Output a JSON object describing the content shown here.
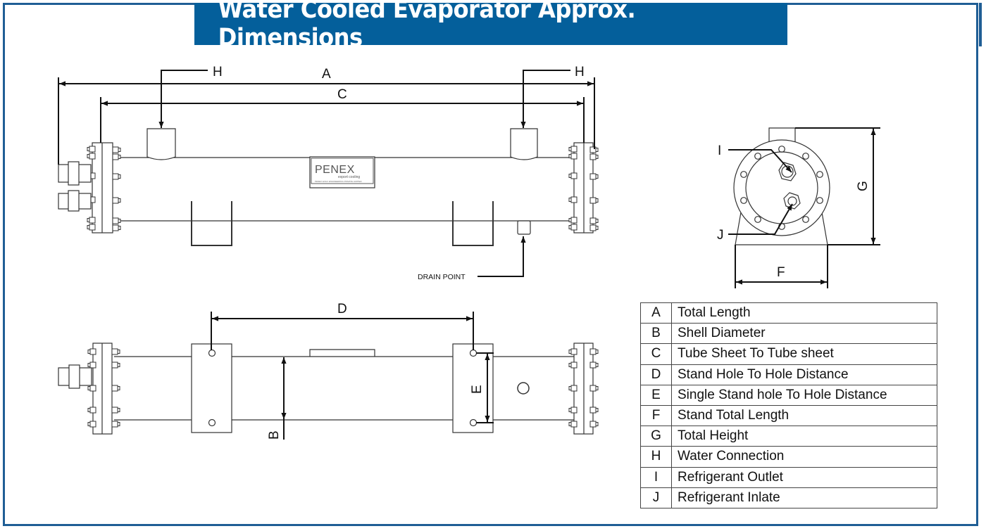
{
  "title": "Water Cooled Evaporator Approx. Dimensions",
  "colors": {
    "brand_blue": "#045f9b",
    "frame_blue": "#1f5e95",
    "line": "#333333"
  },
  "top_view": {
    "dimension_labels": {
      "A": "A",
      "C": "C",
      "H_left": "H",
      "H_right": "H"
    },
    "drain_label": "DRAIN POINT",
    "nameplate": {
      "brand": "PENEX",
      "tagline": "export cooling",
      "company": "PENEX EVAC ENGINEERING PRIVATE LIMITED"
    }
  },
  "bottom_view": {
    "dimension_labels": {
      "D": "D",
      "B": "B",
      "E": "E"
    }
  },
  "end_view": {
    "dimension_labels": {
      "G": "G",
      "F": "F",
      "I": "I",
      "J": "J"
    }
  },
  "legend": {
    "rows": [
      {
        "code": "A",
        "description": "Total Length"
      },
      {
        "code": "B",
        "description": "Shell Diameter"
      },
      {
        "code": "C",
        "description": "Tube Sheet To Tube sheet"
      },
      {
        "code": "D",
        "description": "Stand Hole To Hole Distance"
      },
      {
        "code": "E",
        "description": "Single Stand hole To Hole Distance"
      },
      {
        "code": "F",
        "description": "Stand Total Length"
      },
      {
        "code": "G",
        "description": "Total Height"
      },
      {
        "code": "H",
        "description": "Water Connection"
      },
      {
        "code": "I",
        "description": "Refrigerant Outlet"
      },
      {
        "code": "J",
        "description": "Refrigerant Inlate"
      }
    ]
  }
}
